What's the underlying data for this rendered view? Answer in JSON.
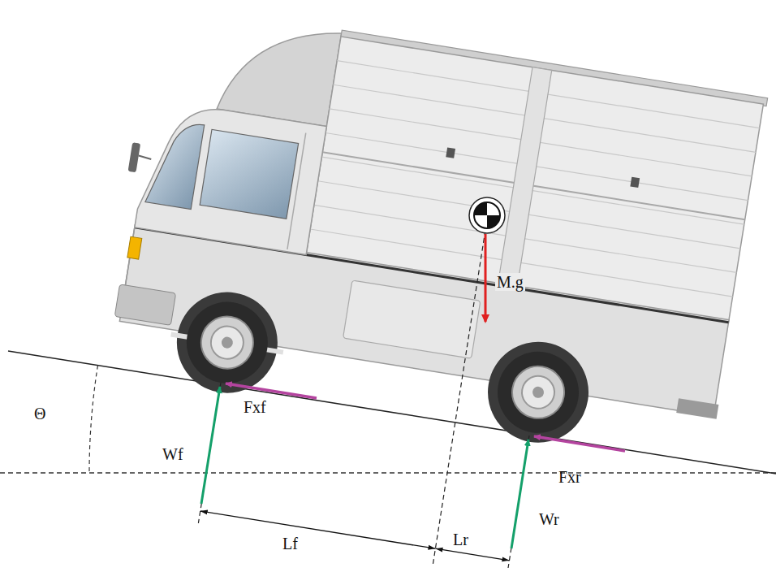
{
  "diagram": {
    "labels": [
      "M.g",
      "Θ",
      "Wf",
      "Fxf",
      "Fxr",
      "Lf",
      "Lr",
      "Wr"
    ]
  }
}
